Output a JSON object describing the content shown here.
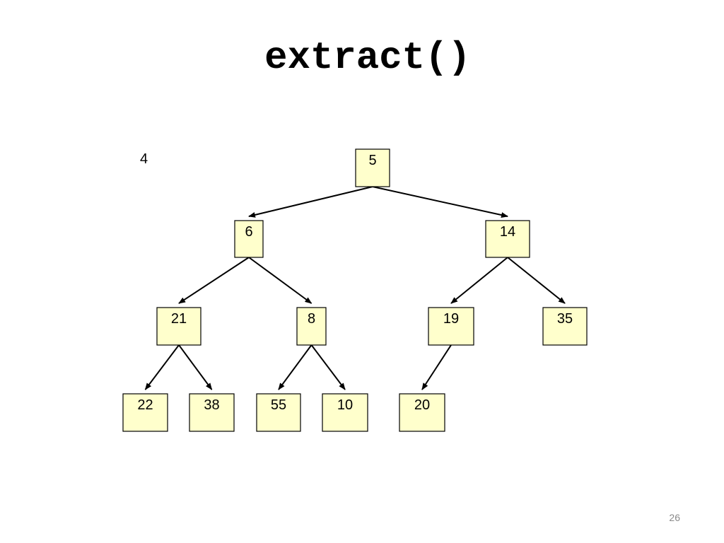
{
  "slide": {
    "title": "extract()",
    "extracted_value": "4",
    "page_number": "26"
  },
  "colors": {
    "node_fill": "#ffffcc",
    "node_border": "#000000",
    "edge": "#000000"
  },
  "tree": {
    "nodes": [
      {
        "id": "n0",
        "label": "5"
      },
      {
        "id": "n1",
        "label": "6"
      },
      {
        "id": "n2",
        "label": "14"
      },
      {
        "id": "n3",
        "label": "21"
      },
      {
        "id": "n4",
        "label": "8"
      },
      {
        "id": "n5",
        "label": "19"
      },
      {
        "id": "n6",
        "label": "35"
      },
      {
        "id": "n7",
        "label": "22"
      },
      {
        "id": "n8",
        "label": "38"
      },
      {
        "id": "n9",
        "label": "55"
      },
      {
        "id": "n10",
        "label": "10"
      },
      {
        "id": "n11",
        "label": "20"
      }
    ],
    "edges": [
      {
        "from": "n0",
        "to": "n1"
      },
      {
        "from": "n0",
        "to": "n2"
      },
      {
        "from": "n1",
        "to": "n3"
      },
      {
        "from": "n1",
        "to": "n4"
      },
      {
        "from": "n2",
        "to": "n5"
      },
      {
        "from": "n2",
        "to": "n6"
      },
      {
        "from": "n3",
        "to": "n7"
      },
      {
        "from": "n3",
        "to": "n8"
      },
      {
        "from": "n4",
        "to": "n9"
      },
      {
        "from": "n4",
        "to": "n10"
      },
      {
        "from": "n5",
        "to": "n11"
      }
    ]
  }
}
